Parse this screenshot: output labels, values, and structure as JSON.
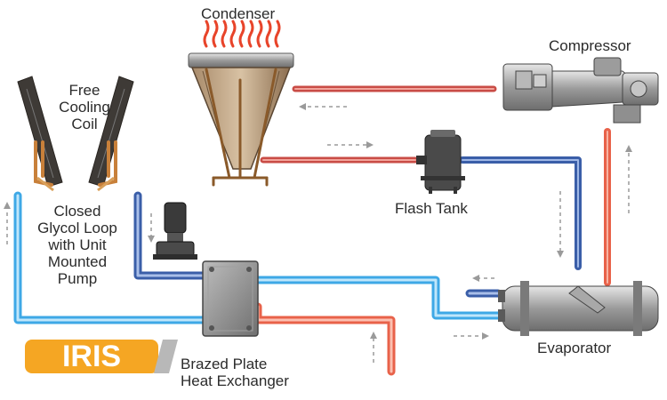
{
  "labels": {
    "condenser": "Condenser",
    "compressor": "Compressor",
    "free_cooling_coil": "Free\nCooling\nCoil",
    "closed_glycol_loop": "Closed\nGlycol Loop\nwith Unit\nMounted\nPump",
    "flash_tank": "Flash Tank",
    "evaporator": "Evaporator",
    "brazed_plate": "Brazed Plate\nHeat Exchanger"
  },
  "logo_text": "IRIS",
  "colors": {
    "hot_pipe": "#e8624a",
    "hot_pipe_dark": "#c44a32",
    "cold_pipe": "#3ea8e6",
    "navy_pipe": "#3a5ea8",
    "refrigerant_pipe": "#d9534f",
    "logo_orange": "#f5a623",
    "flow_arrow": "#9a9a9a",
    "equipment_gray": "#8a8a8a",
    "coil_copper": "#c8803a"
  }
}
